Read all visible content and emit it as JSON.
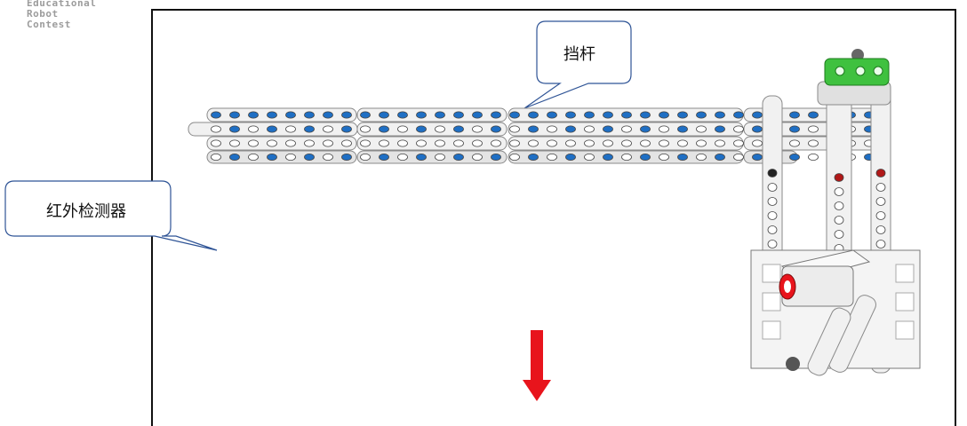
{
  "logo": {
    "line1": "Educational",
    "line2": "Robot",
    "line3": "Contest"
  },
  "callouts": {
    "lever": "挡杆",
    "ir_detector": "红外检测器"
  },
  "colors": {
    "beam_light": "#f1f1f1",
    "beam_stroke": "#8a8a8a",
    "hole_blue": "#1f6fc4",
    "hole_dark": "#444444",
    "green_part": "#3fc13f",
    "red_marker": "#e8141c",
    "callout_stroke": "#2f5496"
  }
}
